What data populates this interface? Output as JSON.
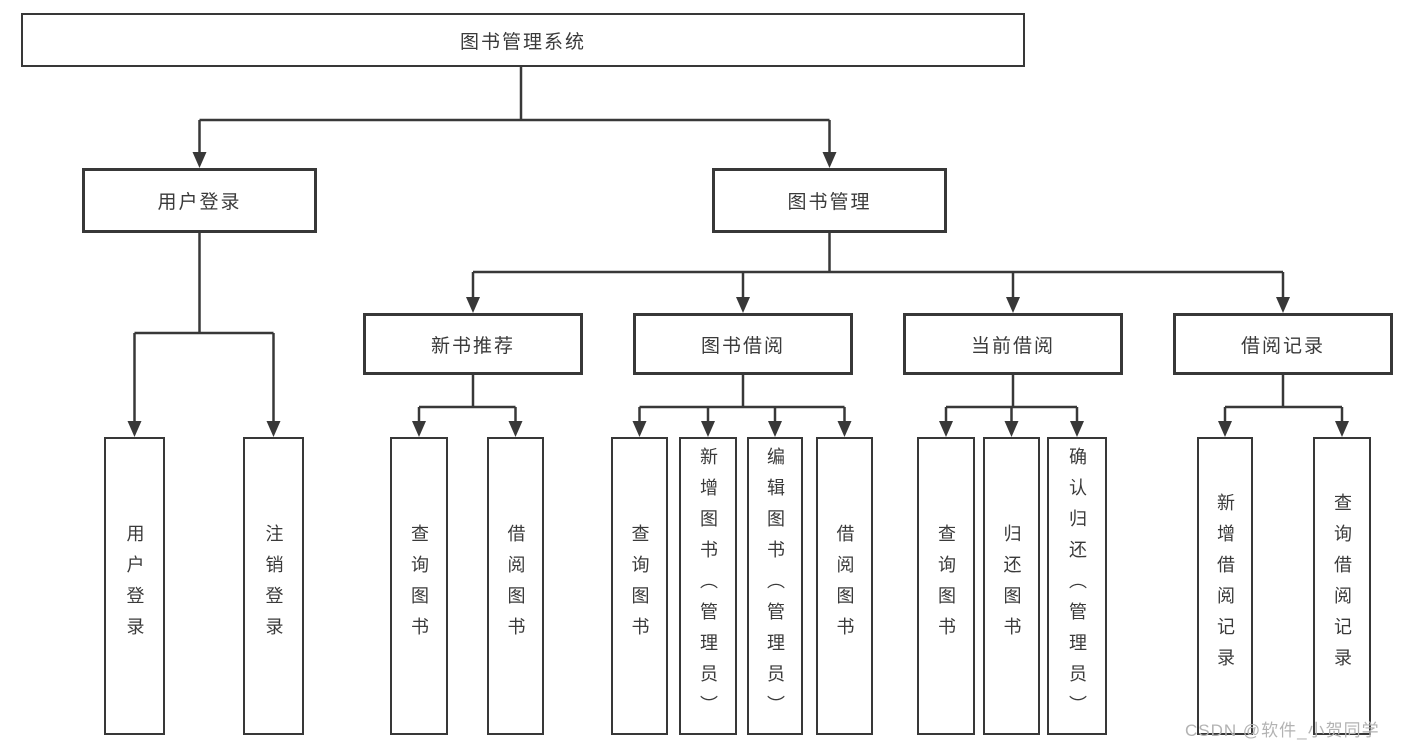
{
  "colors": {
    "line": "#383838",
    "box_border": "#383838",
    "text": "#3a3a3a",
    "watermark": "#b3b3b3",
    "background": "#ffffff"
  },
  "watermark": "CSDN @软件_小贺同学",
  "tree": {
    "root": {
      "label": "图书管理系统"
    },
    "children": [
      {
        "label": "用户登录",
        "children": [
          {
            "label": "用户登录"
          },
          {
            "label": "注销登录"
          }
        ]
      },
      {
        "label": "图书管理",
        "children": [
          {
            "label": "新书推荐",
            "children": [
              {
                "label": "查询图书"
              },
              {
                "label": "借阅图书"
              }
            ]
          },
          {
            "label": "图书借阅",
            "children": [
              {
                "label": "查询图书"
              },
              {
                "label": "新增图书（管理员）"
              },
              {
                "label": "编辑图书（管理员）"
              },
              {
                "label": "借阅图书"
              }
            ]
          },
          {
            "label": "当前借阅",
            "children": [
              {
                "label": "查询图书"
              },
              {
                "label": "归还图书"
              },
              {
                "label": "确认归还（管理员）"
              }
            ]
          },
          {
            "label": "借阅记录",
            "children": [
              {
                "label": "新增借阅记录"
              },
              {
                "label": "查询借阅记录"
              }
            ]
          }
        ]
      }
    ]
  }
}
